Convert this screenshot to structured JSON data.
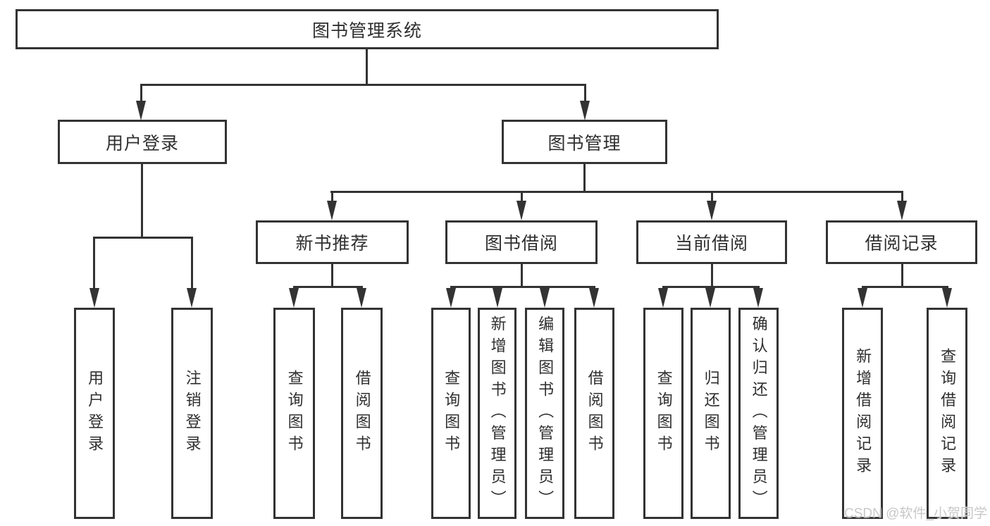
{
  "tree": {
    "root": "图书管理系统",
    "l2": [
      {
        "label": "用户登录",
        "children": [
          "用户登录",
          "注销登录"
        ]
      },
      {
        "label": "图书管理"
      }
    ],
    "l3": [
      {
        "label": "新书推荐",
        "children": [
          "查询图书",
          "借阅图书"
        ]
      },
      {
        "label": "图书借阅",
        "children": [
          "查询图书",
          "新增图书（管理员）",
          "编辑图书（管理员）",
          "借阅图书"
        ]
      },
      {
        "label": "当前借阅",
        "children": [
          "查询图书",
          "归还图书",
          "确认归还（管理员）"
        ]
      },
      {
        "label": "借阅记录",
        "children": [
          "新增借阅记录",
          "查询借阅记录"
        ]
      }
    ]
  },
  "watermark": "CSDN @软件_小贺同学",
  "colors": {
    "line": "#333333",
    "box_border": "#333333",
    "box_background": "#ffffff",
    "text": "#2f2f2f",
    "watermark": "#c8c8c8",
    "page_background": "#ffffff"
  }
}
